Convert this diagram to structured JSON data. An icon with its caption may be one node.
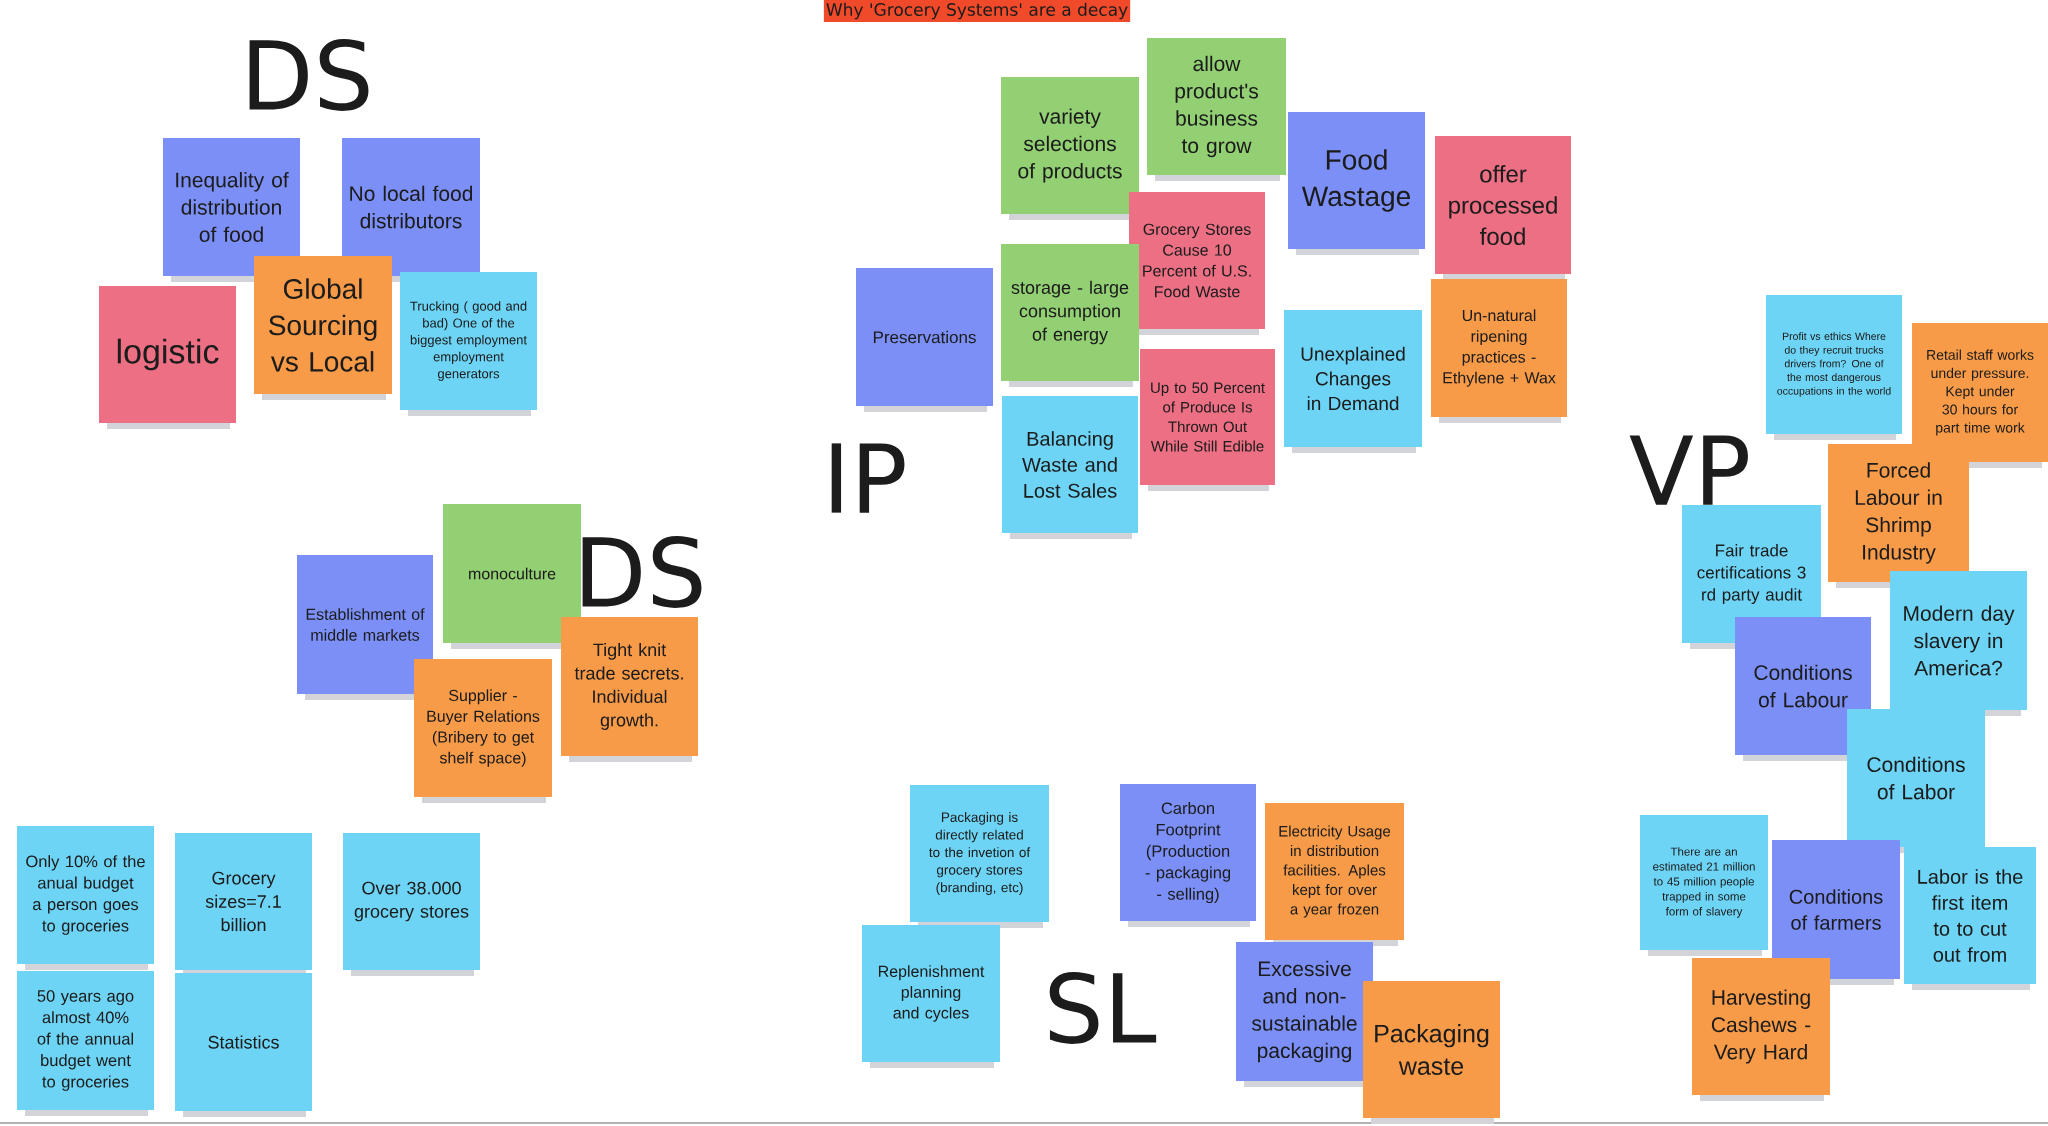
{
  "diagram": {
    "title": "Why 'Grocery Systems' are a decay",
    "nodes": [
      {
        "text": [
          "Inequality of distribution of food"
        ]
      },
      {
        "text": [
          "No local food distributors"
        ]
      },
      {
        "text": [
          "logistic"
        ]
      },
      {
        "text": [
          "Global Sourcing vs Local"
        ]
      },
      {
        "text": [
          "Trucking ( good and bad) One of the biggest employment employment generators"
        ]
      },
      {
        "text": [
          "Establishment of middle markets"
        ]
      },
      {
        "text": [
          "monoculture"
        ]
      },
      {
        "text": [
          "Supplier - Buyer Relations (Bribery to get shelf space)"
        ]
      },
      {
        "text": [
          "Tight knit trade secrets. Individual growth."
        ]
      },
      {
        "text": [
          "Only 10% of the anual budget a person goes to groceries"
        ]
      },
      {
        "text": [
          "Grocery sizes=7.1 billion"
        ]
      },
      {
        "text": [
          "Over 38.000 grocery stores"
        ]
      },
      {
        "text": [
          "50 years ago almost 40% of the annual budget went to groceries"
        ]
      },
      {
        "text": [
          "Statistics"
        ]
      },
      {
        "text": [
          "allow product's business to grow"
        ]
      },
      {
        "text": [
          "variety selections of products"
        ]
      },
      {
        "text": [
          "Food Wastage"
        ]
      },
      {
        "text": [
          "offer processed food"
        ]
      },
      {
        "text": [
          "Grocery Stores Cause 10 Percent of U.S. Food Waste"
        ]
      },
      {
        "text": [
          "Preservations"
        ]
      },
      {
        "text": [
          "storage - large consumption of energy"
        ]
      },
      {
        "text": [
          "Un-natural ripening practices - Ethylene + Wax"
        ]
      },
      {
        "text": [
          "Unexplained Changes in Demand"
        ]
      },
      {
        "text": [
          "Balancing Waste and Lost Sales"
        ]
      },
      {
        "text": [
          "Up to 50 Percent of Produce Is Thrown Out While Still Edible"
        ]
      },
      {
        "text": [
          "Profit vs ethics Where do they recruit trucks drivers from? One of the most dangerous occupations in the world"
        ]
      },
      {
        "text": [
          "Retail staff works under pressure. Kept under 30 hours for part time work"
        ]
      },
      {
        "text": [
          "Forced Labour in Shrimp Industry"
        ]
      },
      {
        "text": [
          "Fair trade certifications 3 rd party audit"
        ]
      },
      {
        "text": [
          "Modern day slavery in America?"
        ]
      },
      {
        "text": [
          "Conditions of Labour"
        ]
      },
      {
        "text": [
          "Conditions of Labor"
        ]
      },
      {
        "text": [
          "There are an estimated 21 million to 45 million people trapped in some form of slavery"
        ]
      },
      {
        "text": [
          "Conditions of farmers"
        ]
      },
      {
        "text": [
          "Labor is the first item to to cut out from"
        ]
      },
      {
        "text": [
          "Harvesting Cashews - Very Hard"
        ]
      },
      {
        "text": [
          "Packaging is directly related to the invetion of grocery stores (branding, etc)"
        ]
      },
      {
        "text": [
          "Carbon Footprint (Production - packaging - selling)"
        ]
      },
      {
        "text": [
          "Electricity Usage in distribution facilities. Aples kept for over a year frozen"
        ]
      },
      {
        "text": [
          "Replenishment planning and cycles"
        ]
      },
      {
        "text": [
          "Excessive and non-sustainable packaging"
        ]
      },
      {
        "text": [
          "Packaging waste"
        ]
      }
    ],
    "labels": [
      "DS",
      "IP",
      "VP",
      "DS",
      "SL"
    ]
  }
}
